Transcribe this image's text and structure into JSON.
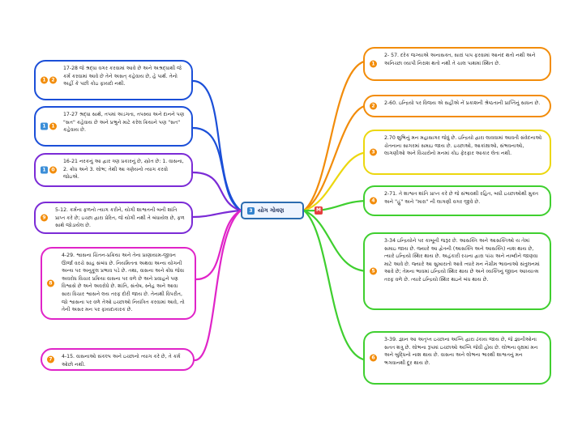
{
  "central": {
    "badge": "3",
    "title": "યોગ ગોવણ",
    "flag": "M"
  },
  "colors": {
    "blue": "#1b4fd8",
    "violet": "#7b2bd6",
    "magenta": "#e024c8",
    "orange": "#f28c0a",
    "yellow": "#ecd70f",
    "green": "#3fcf2f"
  },
  "nodes": [
    {
      "text": "2- 57. દરેક જગ્યાએ અનાસક્ત, સારાં પાપ ફરવામાં આનંદ થતો નથી અને અનિચ્છા વ્યાપી નિરાશ થતો નથી તે ચાલ પાથમાં સ્થિત છે.",
      "badges": [
        {
          "t": "1",
          "c": "#f28c0a",
          "shape": "circle"
        }
      ]
    },
    {
      "text": "2-60. ઇન્દ્રિયો પર વિજય એ સહીએ નેં પ્રકાશની શ્રેષ્ઠતાની પ્રાપ્તિનું સાધન છે.",
      "badges": [
        {
          "t": "2",
          "c": "#f28c0a",
          "shape": "circle"
        }
      ]
    },
    {
      "text": "2.70 શુભિનું મન મહાસાગર જેવું છે. ઇન્દ્રિયો દ્વારા લાવવામાં આવતી સંવેદનાઓ ચેતનાના સાગરમાં સમાઇ જાય છે. ઇચ્છાઓ, આકાંક્ષાઓ, સંભવનાઓ, લાગણીઓ અને વિચારોનો મનમાં કોઇ ફેરફાર આકાર લેતા નથી.",
      "badges": [
        {
          "t": "3",
          "c": "#f28c0a",
          "shape": "circle"
        }
      ]
    },
    {
      "text": "2-71. તે શાશ્વત શાંતિ પ્રાપ્ત કરે છે જે સંભાવથી રહિત, બધી ઇચ્છાઓથી મુક્ત અને \"હું\" અને \"મારા\" ની લાગણી વગર જીવે છે.",
      "badges": [
        {
          "t": "4",
          "c": "#f28c0a",
          "shape": "circle"
        }
      ]
    },
    {
      "text": "3-34 ઇન્દ્રિયોને પર કાબૂની જરૂર છે. આસક્તિ અને આસક્તિઓ ય તેમાં સમાઇ જાય છે. જ્યારે આ દ્વેતની (આસક્તિ અને આસક્તિ) નાશ થાય છે, ત્યારે ઇન્દ્રિયો સ્થિર થાય છે. અહંકારી રચના દ્વારા પાંચ અને નાબ્દોને જાણવા માટે આવે છે. જ્યારે આ સુખારાતો આવે ત્યારે મન નૈગ્રીમ ભાવનાઓ સંતુલનમાં આવે છે; તેમના ભાવમાં ઇન્દ્રિયો સ્થિર થાય છે અને વ્યક્તિનું જીવન આધ્યાત્મ તરફ વળે છે. ત્યારે ઇન્દ્રિયો સ્થિર થઇને બંધ થાય છે.",
      "badges": [
        {
          "t": "5",
          "c": "#f28c0a",
          "shape": "circle"
        }
      ]
    },
    {
      "text": "3-39. જ્ઞાન આ અતૃપ્ત ઇચ્છાના અગ્નિ દ્વારા ઢંકાય જાય છે, જે જ્ઞાનીઓના સતત શત્રુ છે. લોભના રૂપમાં ઇચ્છાઓ અગ્નિ જેવી હોય છે. લોભના વૃક્ષમાં મન અને બુદ્ધિનો નાશ થાય છે. વાસના અને લોભના ભારથી શાશ્વતનું મન ભગવાનથી દૂર થાય છે.",
      "badges": [
        {
          "t": "6",
          "c": "#f28c0a",
          "shape": "circle"
        }
      ]
    },
    {
      "text": "17-28 જે શ્રદ્ધા વગર કરવામાં આવે છે અને અશ્રદ્ધાથી જે કર્મ કરવામાં આવે છે તેને અસત્ કહેવાય છે, હે પાર્થ. તેનો અહીં કે પછી કોઇ ફાયદો નથી.",
      "badges": [
        {
          "t": "1",
          "c": "#f28c0a",
          "shape": "circle"
        },
        {
          "t": "2",
          "c": "#f28c0a",
          "shape": "circle"
        }
      ]
    },
    {
      "text": "17-27 શ્રદ્ધા સાથે, તપમાં અડગતા, તપસ્યા અને દાનને પણ \"સત\" કહેવાય છે અને પ્રભુને માટે કરેલ ક્રિયાને પણ \"સત\" કહેવાય છે.",
      "badges": [
        {
          "t": "1",
          "c": "#3b8ed8",
          "shape": "square"
        },
        {
          "t": "1",
          "c": "#f28c0a",
          "shape": "circle"
        }
      ]
    },
    {
      "text": "16-21 નરકનું આ દ્વાર ત્રણ પ્રકારનું છે, સ્ત્રોત છે: 1. વાસના, 2. ક્રોધ અને 3. લોભ; તેથી આ ત્રણેયનો ત્યાગ કરવો જોઇએ.",
      "badges": [
        {
          "t": "1",
          "c": "#3b8ed8",
          "shape": "square"
        },
        {
          "t": "0",
          "c": "#f28c0a",
          "shape": "circle"
        }
      ]
    },
    {
      "text": "5-12. કર્મના ફળનો ત્યાગ કરીને, યોગી શાશ્વતની બની શાંતિ પ્રાપ્ત કરે છે; ઇચ્છા દ્વારા પ્રેરિત, જે યોગી નથી તે બંધાયેલ છે, ફળ સાથે જોડાયેલ છે.",
      "badges": [
        {
          "t": "9",
          "c": "#f28c0a",
          "shape": "circle"
        }
      ]
    },
    {
      "text": "4-29. શ્વાસના ચિંતન-પ્રક્રિયા અને તેના પ્રાણાયામ-જીવન ઊર્જા વરચે સાહ સંબંધ છે. નિયમિતતા અથવા અન્ય યોગની અન્ય પર અનુકૂલ પ્રભાવ પડે છે. તથા, વાસના અને ક્રોધ જેવા અવરોધ વિચાર પ્રક્રિયા વાસના પર વળે છે અને પ્રવાહને પણ વિશ્વાસે છે અને અવરોધે છે. શાંતિ, સંતોષ, સ્નેહ અને આવા સારા વિચાર શ્વાસને લય તરફ દોરી જાય છે. તેનાથી વિપરીત, જો શ્વાસના પર વળે તેઓ ઇચ્છાઓ નિયંત્રિત કરવામાં આવે, તો તેની અસર મન પર ફાયદાકારક છે.",
      "badges": [
        {
          "t": "8",
          "c": "#f28c0a",
          "shape": "circle"
        }
      ]
    },
    {
      "text": "4-15. વાસનાઓ સંકલ્પ અને ઇચ્છાનો ત્યાગ કરે છે, તે કર્મ ઓછો નથી.",
      "badges": [
        {
          "t": "7",
          "c": "#f28c0a",
          "shape": "circle"
        }
      ]
    }
  ]
}
